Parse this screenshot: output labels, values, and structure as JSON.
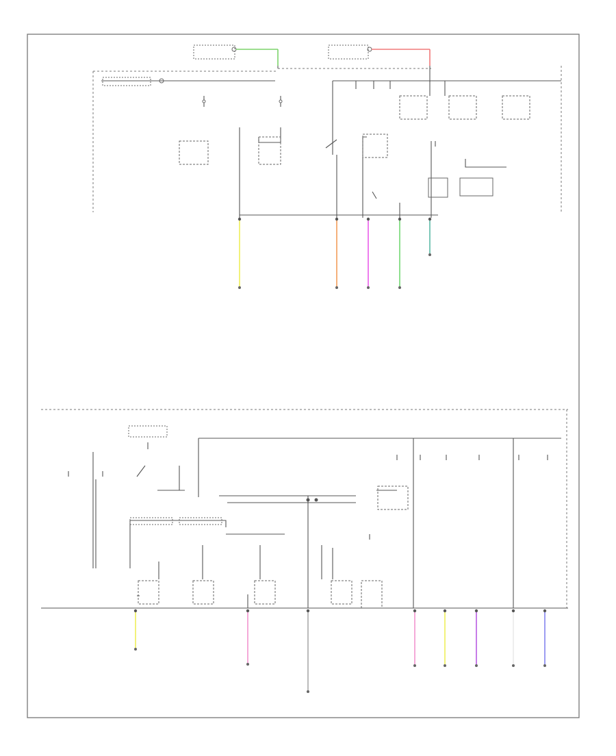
{
  "colors": {
    "frame": "#777777",
    "wire": "#555555",
    "wire_green": "#7CD36A",
    "wire_red": "#F07A7A",
    "wire_yellow": "#F2F27A",
    "wire_orange": "#F5B07A",
    "wire_magenta": "#EE7CEE",
    "wire_green_light": "#8EE08E",
    "wire_teal": "#7CC7B8",
    "wire_pink": "#F4A9D8",
    "wire_violet": "#9C9CF2",
    "wire_purple": "#C77CE8",
    "wire_gray": "#BBBBBB",
    "wire_white": "#EEEEEE"
  },
  "diagram": {
    "top": {
      "header_right": [
        "",
        "",
        ""
      ],
      "source_left": "",
      "source_mid": "",
      "wire_labels": [
        "",
        ""
      ],
      "bottom_wires": [
        {
          "id": "w1",
          "color": "wire_yellow",
          "label": ""
        },
        {
          "id": "w2",
          "color": "wire_orange",
          "label": ""
        },
        {
          "id": "w3",
          "color": "wire_magenta",
          "label": ""
        },
        {
          "id": "w4",
          "color": "wire_green_light",
          "label": ""
        },
        {
          "id": "w5",
          "color": "wire_teal",
          "label": ""
        }
      ]
    },
    "bottom": {
      "header_right": [
        "",
        "",
        ""
      ],
      "center_label": "",
      "bottom_wires": [
        {
          "id": "b1",
          "color": "wire_yellow",
          "label": ""
        },
        {
          "id": "b2",
          "color": "wire_pink",
          "label": ""
        },
        {
          "id": "b3",
          "color": "wire_gray",
          "label": ""
        },
        {
          "id": "b4",
          "color": "wire_pink",
          "label": ""
        },
        {
          "id": "b5",
          "color": "wire_yellow",
          "label": ""
        },
        {
          "id": "b6",
          "color": "wire_purple",
          "label": ""
        },
        {
          "id": "b7",
          "color": "wire_white",
          "label": ""
        },
        {
          "id": "b8",
          "color": "wire_violet",
          "label": ""
        }
      ]
    },
    "footer_code": ""
  }
}
